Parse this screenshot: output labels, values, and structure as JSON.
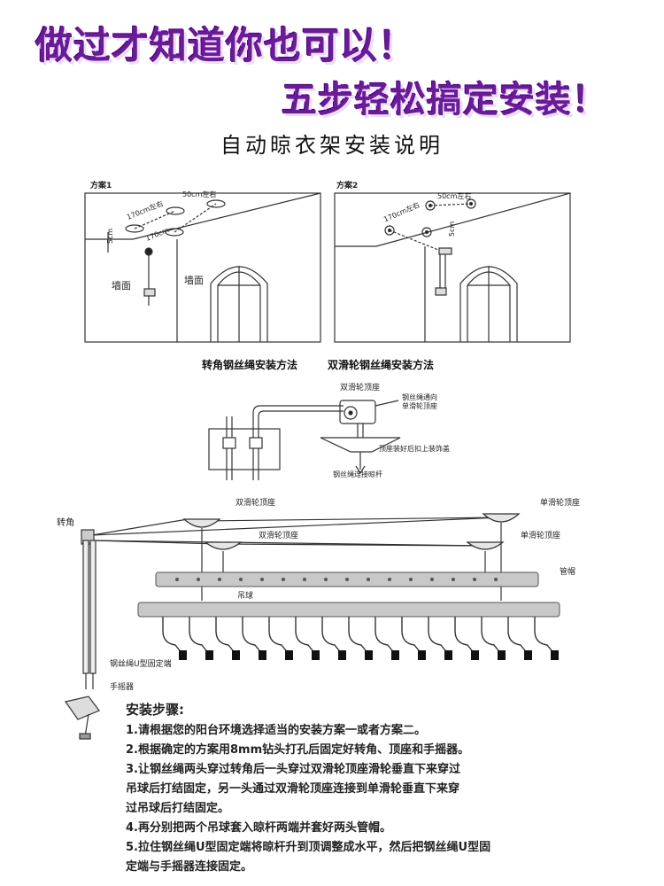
{
  "headline": {
    "line1": "做过才知道你也可以！",
    "line2": "五步轻松搞定安装！"
  },
  "title": "自动晾衣架安装说明",
  "scheme1": {
    "label": "方案1",
    "width_label": "50cm左右",
    "length_label": "170cm左右",
    "length_label2": "170cm",
    "drop_label": "5cm",
    "wall_left": "墙面",
    "wall_right": "墙面"
  },
  "scheme2": {
    "label": "方案2",
    "width_label": "50cm左右",
    "length_label": "170cm左右",
    "drop_label": "5cm"
  },
  "methods": {
    "corner": "转角钢丝绳安装方法",
    "double_pulley": "双滑轮钢丝绳安装方法"
  },
  "pulley_detail": {
    "top_seat": "双滑轮顶座",
    "rope_direction": "钢丝绳通向\n单滑轮顶座",
    "cover_note": "顶座装好后扣上装饰盖",
    "rod_connect": "钢丝绳连接晾杆"
  },
  "main_diagram": {
    "corner": "转角",
    "double_seat_1": "双滑轮顶座",
    "double_seat_2": "双滑轮顶座",
    "single_seat_1": "单滑轮顶座",
    "single_seat_2": "单滑轮顶座",
    "cap": "管帽",
    "ball": "吊球",
    "u_fixed": "钢丝绳U型固定端",
    "crank": "手摇器"
  },
  "steps": {
    "title": "安装步骤:",
    "items": [
      "1.请根据您的阳台环境选择适当的安装方案一或者方案二。",
      "2.根据确定的方案用8mm钻头打孔后固定好转角、顶座和手摇器。",
      "3.让钢丝绳两头穿过转角后一头穿过双滑轮顶座滑轮垂直下来穿过",
      "吊球后打结固定，另一头通过双滑轮顶座连接到单滑轮垂直下来穿",
      "过吊球后打结固定。",
      "4.再分别把两个吊球套入晾杆两端并套好两头管帽。",
      "5.拉住钢丝绳U型固定端将晾杆升到顶调整成水平，然后把钢丝绳U型固",
      "定端与手摇器连接固定。"
    ]
  },
  "colors": {
    "headline": "#6a1b9a",
    "headline_shadow": "#f2d9ff",
    "line": "#333333",
    "rod": "#bfbfbf"
  }
}
